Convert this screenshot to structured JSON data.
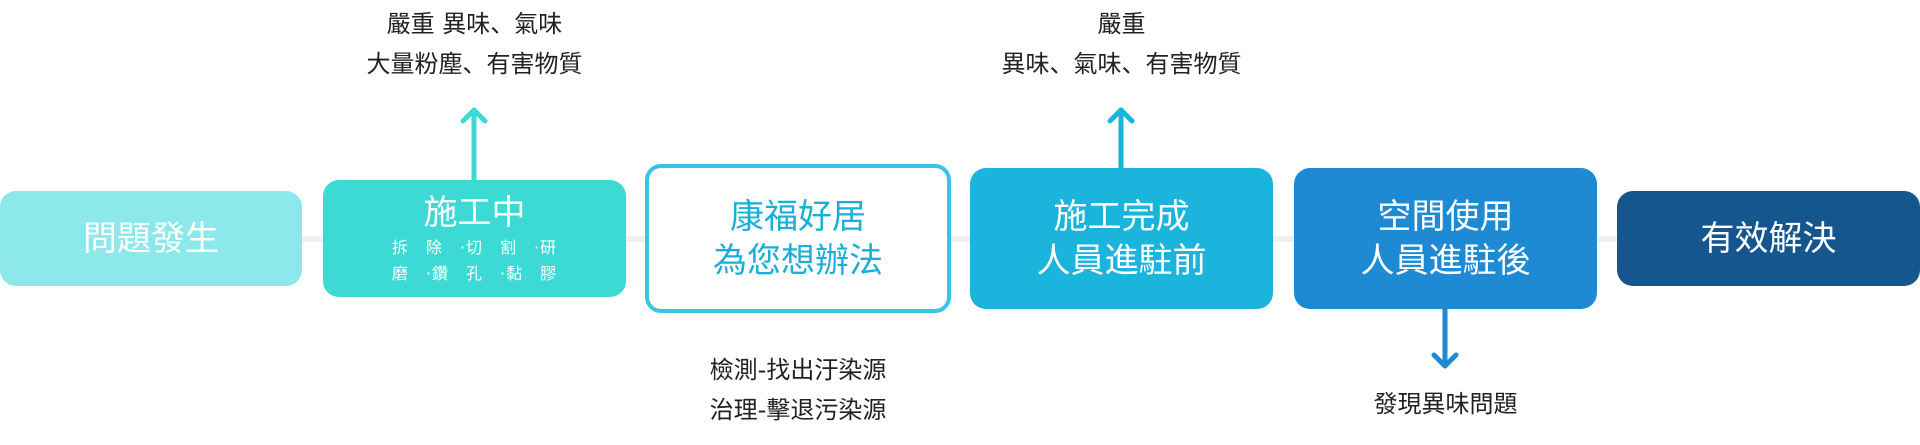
{
  "steps": [
    {
      "title": "問題發生",
      "subtitle": "",
      "detail": "",
      "color": "#8ce8ea"
    },
    {
      "title": "施工中",
      "subtitle": "拆　除　·切　割　·研",
      "subtitle2": "磨　·鑽　孔　·黏　膠",
      "color": "#3dd9d5"
    },
    {
      "title": "康福好居",
      "subtitle": "為您想辦法",
      "color": "#ffffff",
      "border": "#38c5e5"
    },
    {
      "title": "施工完成",
      "subtitle": "人員進駐前",
      "color": "#1bb4dc"
    },
    {
      "title": "空間使用",
      "subtitle": "人員進駐後",
      "color": "#1f8ad4"
    },
    {
      "title": "有效解決",
      "color": "#15568f"
    }
  ],
  "notes": {
    "construction": [
      "嚴重 異味、氣味",
      "大量粉塵、有害物質"
    ],
    "solution": [
      "檢測-找出汙染源",
      "治理-擊退污染源"
    ],
    "completed": [
      "嚴重",
      "異味、氣味、有害物質"
    ],
    "in_use": [
      "發現異味問題"
    ]
  },
  "arrow_colors": {
    "construction": "#3dd9d5",
    "completed": "#1bb4dc",
    "in_use": "#1f8ad4"
  }
}
